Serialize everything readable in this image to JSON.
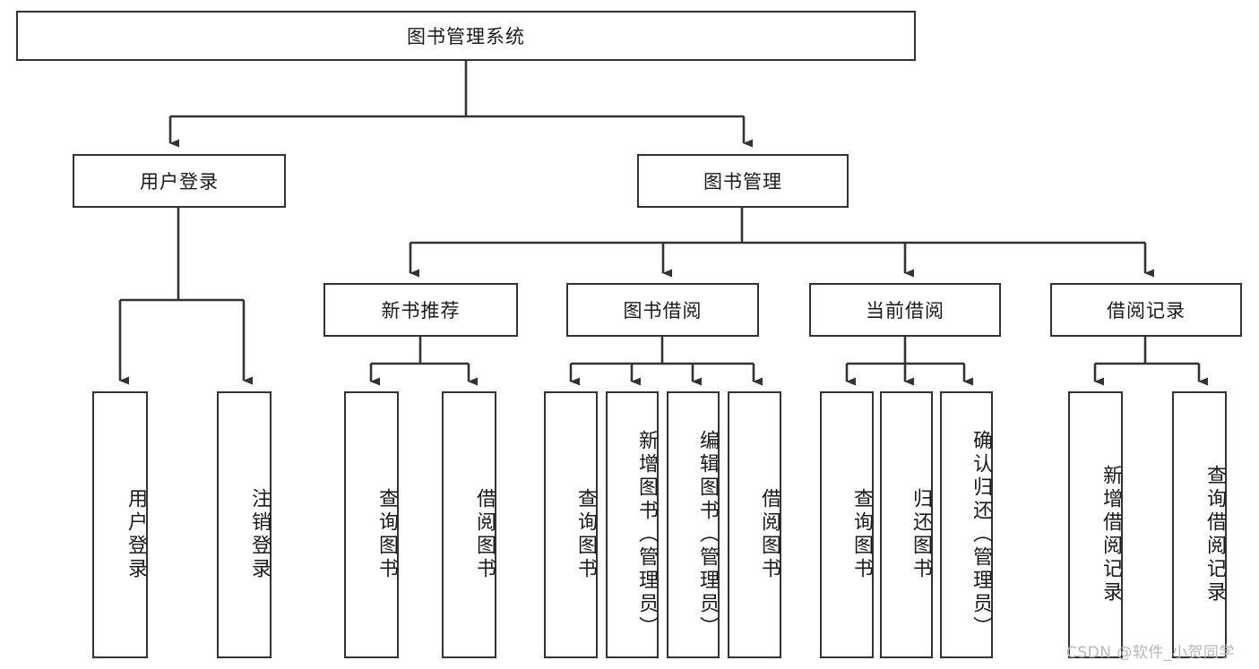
{
  "diagram": {
    "title": "图书管理系统",
    "type": "tree",
    "orientation": "top-down",
    "colors": {
      "box_border": "#333333",
      "box_fill": "#ffffff",
      "connector": "#333333",
      "text": "#1a1a1a",
      "watermark": "#b9b9b9",
      "background": "#ffffff"
    },
    "root": {
      "label": "图书管理系统"
    },
    "level2": [
      {
        "id": "user-login",
        "label": "用户登录"
      },
      {
        "id": "book-management",
        "label": "图书管理"
      }
    ],
    "level3": [
      {
        "id": "new-book-recommend",
        "label": "新书推荐",
        "parent": "book-management"
      },
      {
        "id": "book-borrow",
        "label": "图书借阅",
        "parent": "book-management"
      },
      {
        "id": "current-borrow",
        "label": "当前借阅",
        "parent": "book-management"
      },
      {
        "id": "borrow-record",
        "label": "借阅记录",
        "parent": "book-management"
      }
    ],
    "leaves": {
      "user-login": [
        {
          "id": "leaf-user-login",
          "label": "用户登录"
        },
        {
          "id": "leaf-user-logout",
          "label": "注销登录"
        }
      ],
      "new-book-recommend": [
        {
          "id": "leaf-query-book-1",
          "label": "查询图书"
        },
        {
          "id": "leaf-borrow-book-1",
          "label": "借阅图书"
        }
      ],
      "book-borrow": [
        {
          "id": "leaf-query-book-2",
          "label": "查询图书"
        },
        {
          "id": "leaf-add-book",
          "label": "新增图书（管理员）"
        },
        {
          "id": "leaf-edit-book",
          "label": "编辑图书（管理员）"
        },
        {
          "id": "leaf-borrow-book-2",
          "label": "借阅图书"
        }
      ],
      "current-borrow": [
        {
          "id": "leaf-query-book-3",
          "label": "查询图书"
        },
        {
          "id": "leaf-return-book",
          "label": "归还图书"
        },
        {
          "id": "leaf-confirm-return",
          "label": "确认归还（管理员）"
        }
      ],
      "borrow-record": [
        {
          "id": "leaf-add-record",
          "label": "新增借阅记录"
        },
        {
          "id": "leaf-query-record",
          "label": "查询借阅记录"
        }
      ]
    }
  },
  "watermark": {
    "text": "CSDN @软件_小贺同学"
  }
}
